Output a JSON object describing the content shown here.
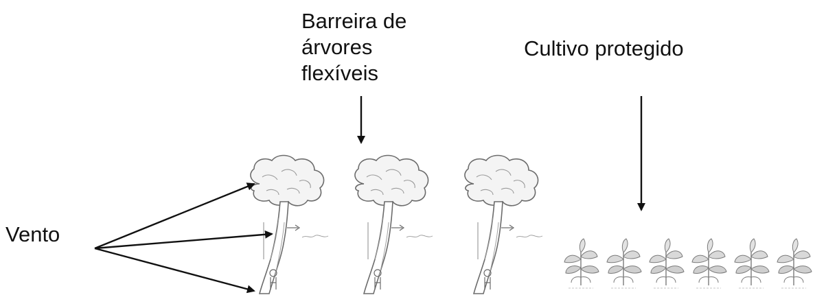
{
  "labels": {
    "barrier": {
      "lines": [
        "Barreira de",
        "árvores",
        "flexíveis"
      ]
    },
    "crop": "Cultivo protegido",
    "wind": "Vento"
  },
  "colors": {
    "ink": "#111111",
    "sketch": "#6b6b6b",
    "foliage": "#f4f4f4",
    "plant": "#8a8a8a"
  },
  "icons": {
    "tree": "sketched-tree",
    "plant": "sketched-crop-plant"
  },
  "counts": {
    "trees": 3,
    "plants": 6
  }
}
